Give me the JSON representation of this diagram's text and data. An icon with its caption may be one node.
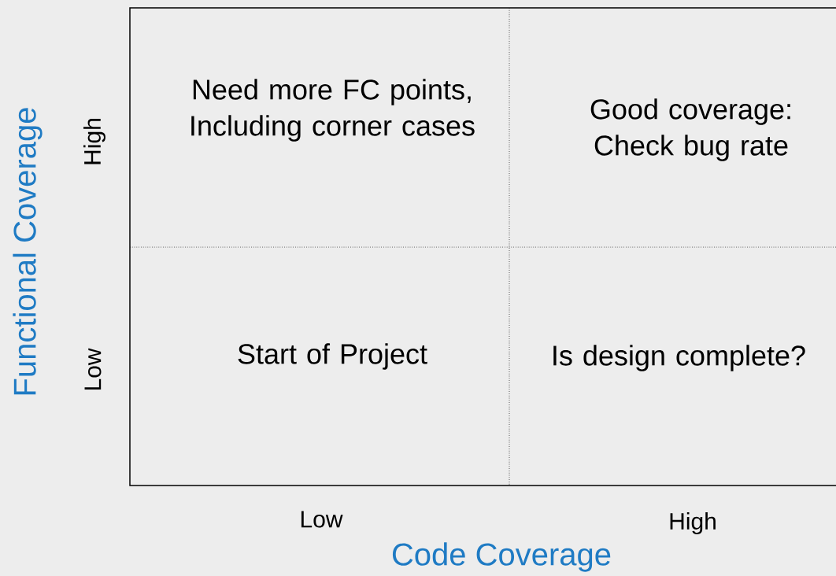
{
  "diagram": {
    "nodes": [
      {
        "text": [
          "Need more FC points, Including corner cases"
        ]
      },
      {
        "text": [
          "Good coverage: Check bug rate"
        ]
      },
      {
        "text": [
          "Start of Project"
        ]
      },
      {
        "text": [
          "Is design complete?"
        ]
      }
    ],
    "labels": [
      "Functional Coverage",
      "High",
      "Low",
      "Low",
      "High",
      "Code Coverage"
    ]
  }
}
